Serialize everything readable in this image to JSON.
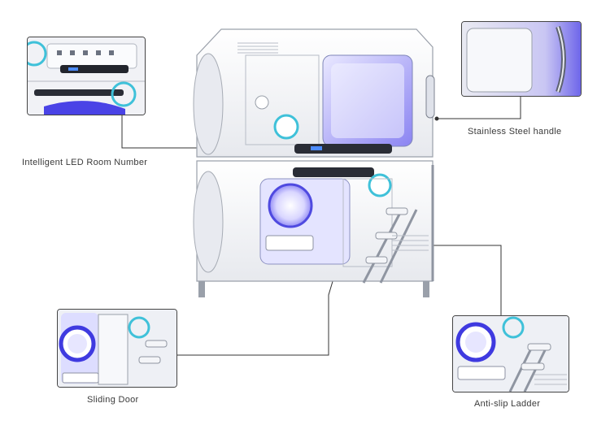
{
  "callouts": {
    "led_room_number": "Intelligent LED Room Number",
    "handle": "Stainless Steel handle",
    "sliding_door": "Sliding Door",
    "ladder": "Anti-slip Ladder"
  },
  "colors": {
    "glow": "#5a5cf0",
    "accent_cyan": "#3fc1d9",
    "shell": "#f2f3f6",
    "outline": "#8a8d96",
    "leader_line": "#333333"
  }
}
